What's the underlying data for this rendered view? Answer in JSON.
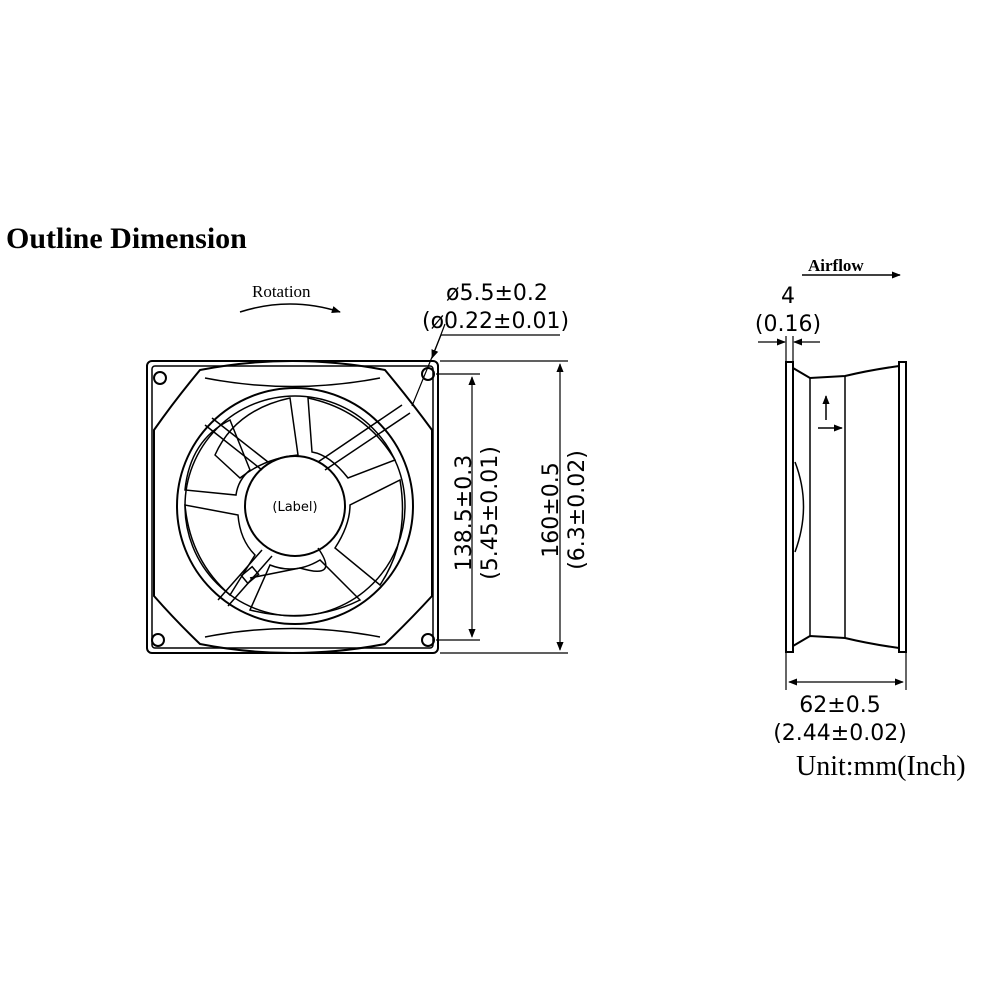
{
  "title": "Outline Dimension",
  "front_view": {
    "rotation_label": "Rotation",
    "label_text": "(Label)",
    "hole_diameter": {
      "mm": "ø5.5±0.2",
      "inch": "(ø0.22±0.01)"
    },
    "hole_pitch": {
      "mm": "138.5±0.3",
      "inch": "(5.45±0.01)"
    },
    "frame_size": {
      "mm": "160±0.5",
      "inch": "(6.3±0.02)"
    }
  },
  "side_view": {
    "airflow_label": "Airflow",
    "flange_thickness": {
      "mm": "4",
      "inch": "(0.16)"
    },
    "depth": {
      "mm": "62±0.5",
      "inch": "(2.44±0.02)"
    }
  },
  "unit_note": "Unit:mm(Inch)"
}
